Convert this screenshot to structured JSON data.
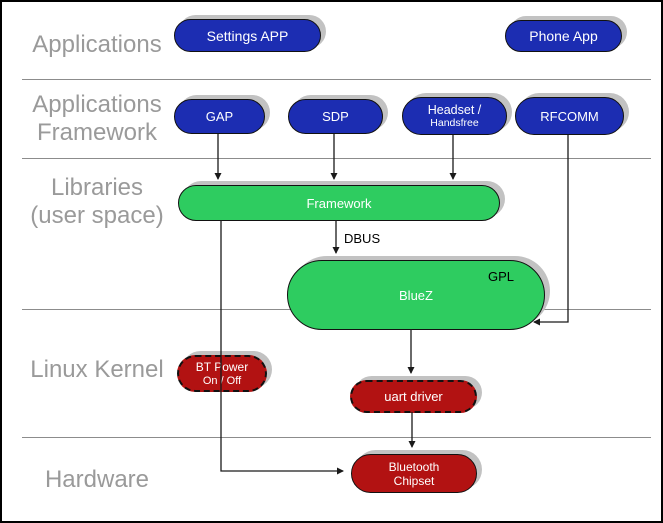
{
  "diagram": {
    "description": "Bluetooth software stack architecture diagram",
    "layers": [
      {
        "id": "applications",
        "lines": [
          "Applications"
        ]
      },
      {
        "id": "applications-framework",
        "lines": [
          "Applications",
          "Framework"
        ]
      },
      {
        "id": "libraries-user-space",
        "lines": [
          "Libraries",
          "(user space)"
        ]
      },
      {
        "id": "linux-kernel",
        "lines": [
          "Linux Kernel"
        ]
      },
      {
        "id": "hardware",
        "lines": [
          "Hardware"
        ]
      }
    ],
    "nodes": {
      "settings_app": {
        "label": "Settings APP"
      },
      "phone_app": {
        "label": "Phone App"
      },
      "gap": {
        "label": "GAP"
      },
      "sdp": {
        "label": "SDP"
      },
      "headset": {
        "line1": "Headset /",
        "line2": "Handsfree"
      },
      "rfcomm": {
        "label": "RFCOMM"
      },
      "framework": {
        "label": "Framework"
      },
      "bluez": {
        "label": "BlueZ",
        "badge": "GPL"
      },
      "bt_power": {
        "line1": "BT Power",
        "line2": "On / Off"
      },
      "uart_driver": {
        "label": "uart driver"
      },
      "bt_chipset": {
        "line1": "Bluetooth",
        "line2": "Chipset"
      }
    },
    "edges": {
      "dbus_label": "DBUS"
    },
    "colors": {
      "app_blue": "#1c2db2",
      "lib_green": "#2ecc60",
      "kernel_red": "#b21212",
      "layer_label_gray": "#9a9a9a",
      "divider_gray": "#8c8c8c",
      "shadow_gray": "#c2c2c2",
      "connector_black": "#1a1a1a"
    }
  }
}
